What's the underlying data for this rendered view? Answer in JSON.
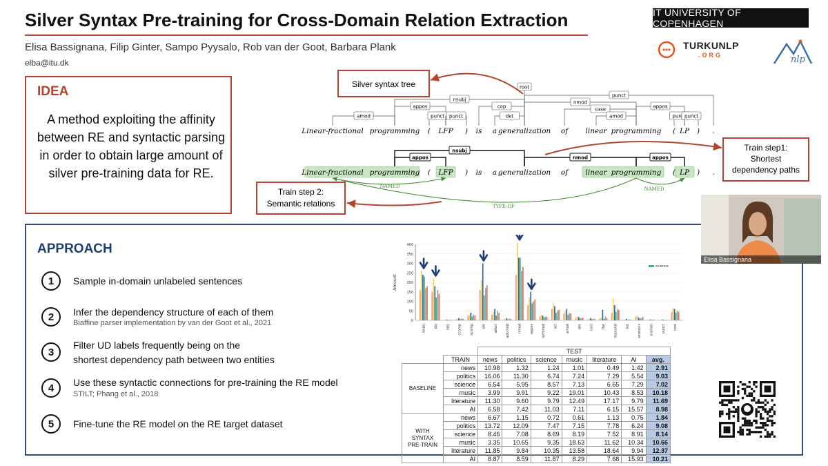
{
  "header": {
    "title": "Silver Syntax Pre-training for Cross-Domain Relation Extraction",
    "authors": "Elisa Bassignana, Filip Ginter, Sampo Pyysalo, Rob van der Goot, Barbara Plank",
    "email": "elba@itu.dk",
    "institution": "IT UNIVERSITY OF COPENHAGEN",
    "turku_name": "TURKUNLP",
    "turku_domain": ".ORG",
    "accent": "#b5432e",
    "navy": "#1f3f73"
  },
  "idea": {
    "heading": "IDEA",
    "text": "A method exploiting the affinity between RE and syntactic parsing in order to obtain large amount of silver pre-training data for RE."
  },
  "graphic": {
    "silver_tree_label": "Silver syntax tree",
    "train1_label": [
      "Train step1:",
      "Shortest",
      "dependency paths"
    ],
    "train2_label": [
      "Train step 2:",
      "Semantic relations"
    ],
    "sentence": [
      "Linear-fractional",
      "programming",
      "(",
      "LFP",
      ")",
      "is",
      "a",
      "generalization",
      "of",
      "linear",
      "programming",
      "(",
      "LP",
      ")",
      "."
    ],
    "tree_labels": [
      "root",
      "punct",
      "nsubj",
      "nmod",
      "appos",
      "cop",
      "case",
      "appos",
      "amod",
      "punct",
      "punct",
      "det",
      "amod",
      "punct",
      "punct"
    ],
    "path_labels": [
      "appos",
      "nsubj",
      "nmod",
      "appos"
    ],
    "relation_labels": [
      "NAMED",
      "NAMED",
      "TYPE-OF"
    ]
  },
  "approach": {
    "heading": "APPROACH",
    "steps": [
      {
        "num": "1",
        "text": "Sample in-domain unlabeled sentences",
        "sub": ""
      },
      {
        "num": "2",
        "text": "Infer the dependency structure of each of them",
        "sub": "Biaffine parser implementation by van der Goot et al., 2021"
      },
      {
        "num": "3",
        "text": "Filter UD labels frequently being on the",
        "text2": "shortest dependency path between two entities",
        "sub": ""
      },
      {
        "num": "4",
        "text": "Use these syntactic connections for pre-training the RE model",
        "sub": "STILT; Phang et al., 2018"
      },
      {
        "num": "5",
        "text": "Fine-tune the RE model on the RE target dataset",
        "sub": ""
      }
    ]
  },
  "chart_data": {
    "type": "bar",
    "ylabel": "Amount",
    "ylim": [
      0,
      400
    ],
    "yticks": [
      "0",
      "50",
      "100",
      "150",
      "200",
      "250",
      "300",
      "350",
      "400"
    ],
    "legend_visible": "science",
    "categories": [
      "nsubj",
      "obj",
      "iobj",
      "ccomp",
      "xcomp",
      "obl",
      "advcl",
      "advmod",
      "nmod",
      "appos",
      "nummod",
      "acl",
      "amod",
      "det",
      "conj",
      "flat",
      "compound",
      "list",
      "parataxis",
      "orphan",
      "punct",
      "root"
    ],
    "colors": [
      "#f39c6b",
      "#f4d35e",
      "#2b6cb0",
      "#4caf7a",
      "#9ca3af",
      "#e76f51"
    ],
    "series": [
      {
        "values": [
          160,
          150,
          2,
          5,
          25,
          160,
          30,
          5,
          240,
          80,
          20,
          60,
          35,
          15,
          5,
          10,
          40,
          3,
          20,
          3,
          2,
          45
        ]
      },
      {
        "values": [
          260,
          220,
          3,
          8,
          30,
          210,
          45,
          8,
          410,
          120,
          30,
          90,
          50,
          20,
          8,
          15,
          115,
          5,
          25,
          4,
          3,
          65
        ]
      },
      {
        "values": [
          240,
          180,
          4,
          12,
          40,
          300,
          60,
          12,
          330,
          150,
          25,
          75,
          60,
          18,
          12,
          55,
          80,
          8,
          15,
          5,
          4,
          60
        ]
      },
      {
        "values": [
          230,
          120,
          2,
          6,
          20,
          130,
          25,
          4,
          330,
          90,
          15,
          40,
          30,
          10,
          6,
          8,
          45,
          2,
          10,
          2,
          1,
          40
        ]
      },
      {
        "values": [
          170,
          160,
          3,
          10,
          30,
          170,
          50,
          10,
          260,
          100,
          20,
          50,
          40,
          12,
          8,
          20,
          60,
          4,
          12,
          3,
          2,
          50
        ]
      },
      {
        "values": [
          180,
          140,
          2,
          8,
          25,
          185,
          40,
          6,
          280,
          110,
          18,
          55,
          35,
          14,
          7,
          12,
          55,
          3,
          18,
          2,
          2,
          45
        ]
      }
    ],
    "highlighted": [
      "nsubj",
      "obj",
      "obl",
      "nmod",
      "appos"
    ]
  },
  "table": {
    "header_test": "TEST",
    "col_train": "TRAIN",
    "columns": [
      "news",
      "politics",
      "science",
      "music",
      "literature",
      "AI",
      "avg."
    ],
    "groups": [
      {
        "name": [
          "BASELINE"
        ],
        "rows": [
          {
            "train": "news",
            "vals": [
              "10.98",
              "1.32",
              "1.24",
              "1.01",
              "0.49",
              "1.42",
              "2.91"
            ]
          },
          {
            "train": "politics",
            "vals": [
              "16.06",
              "11.30",
              "6.74",
              "7.24",
              "7.29",
              "5.54",
              "9.03"
            ]
          },
          {
            "train": "science",
            "vals": [
              "6.54",
              "5.95",
              "8.57",
              "7.13",
              "6.65",
              "7.29",
              "7.02"
            ]
          },
          {
            "train": "music",
            "vals": [
              "3.99",
              "9.91",
              "9.22",
              "19.01",
              "10.43",
              "8.53",
              "10.18"
            ]
          },
          {
            "train": "literature",
            "vals": [
              "11.30",
              "9.60",
              "9.79",
              "12.49",
              "17.17",
              "9.79",
              "11.69"
            ]
          },
          {
            "train": "AI",
            "vals": [
              "6.58",
              "7.42",
              "11.03",
              "7.11",
              "6.15",
              "15.57",
              "8.98"
            ]
          }
        ]
      },
      {
        "name": [
          "WITH",
          "SYNTAX",
          "PRE-TRAIN"
        ],
        "rows": [
          {
            "train": "news",
            "vals": [
              "6.67",
              "1.15",
              "0.72",
              "0.61",
              "1.13",
              "0.75",
              "1.84"
            ]
          },
          {
            "train": "politics",
            "vals": [
              "13.72",
              "12.09",
              "7.47",
              "7.15",
              "7.78",
              "6.24",
              "9.08"
            ]
          },
          {
            "train": "science",
            "vals": [
              "8.46",
              "7.08",
              "8.69",
              "8.19",
              "7.52",
              "8.91",
              "8.14"
            ]
          },
          {
            "train": "music",
            "vals": [
              "3.35",
              "10.65",
              "9.35",
              "18.63",
              "11.62",
              "10.34",
              "10.66"
            ]
          },
          {
            "train": "literature",
            "vals": [
              "11.85",
              "9.84",
              "10.35",
              "13.58",
              "18.64",
              "9.94",
              "12.37"
            ]
          },
          {
            "train": "AI",
            "vals": [
              "8.87",
              "8.59",
              "11.87",
              "8.29",
              "7.68",
              "15.93",
              "10.21"
            ]
          }
        ]
      }
    ]
  },
  "webcam": {
    "name": "Elisa Bassignana"
  }
}
